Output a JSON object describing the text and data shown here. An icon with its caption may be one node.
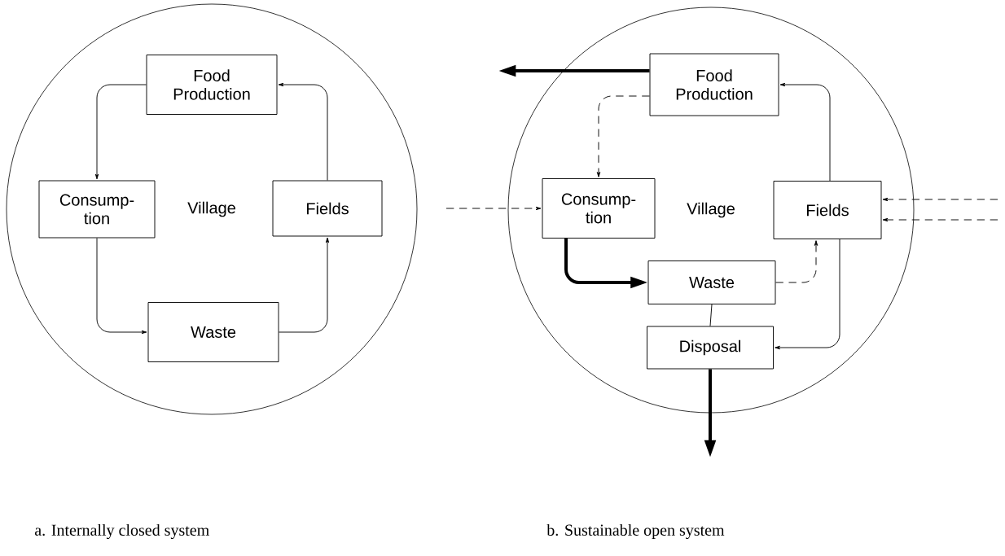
{
  "diagram": {
    "nodes": [
      {
        "text": [
          "Village"
        ]
      },
      {
        "text": [
          "Food Production"
        ],
        "in": 0
      },
      {
        "text": [
          "Consump- tion"
        ],
        "in": 0
      },
      {
        "text": [
          "Fields"
        ],
        "in": 0
      },
      {
        "text": [
          "Waste"
        ],
        "in": 0
      },
      {
        "text": [
          "Village"
        ]
      },
      {
        "text": [
          "Food Production"
        ],
        "in": 5
      },
      {
        "text": [
          "Consump- tion"
        ],
        "in": 5
      },
      {
        "text": [
          "Fields"
        ],
        "in": 5
      },
      {
        "text": [
          "Waste"
        ],
        "in": 5
      },
      {
        "text": [
          "Disposal"
        ],
        "in": 5
      }
    ],
    "edges": [
      {
        "from": 1,
        "to": 2,
        "arrow": "to"
      },
      {
        "from": 2,
        "to": 4,
        "arrow": "to"
      },
      {
        "from": 4,
        "to": 3,
        "arrow": "to"
      },
      {
        "from": 3,
        "to": 1,
        "arrow": "to"
      },
      {
        "from": 6,
        "to": null,
        "arrow": "to",
        "style": "thick"
      },
      {
        "from": 6,
        "to": 7,
        "arrow": "to",
        "style": "dashed"
      },
      {
        "from": null,
        "to": 7,
        "arrow": "to",
        "style": "dashed"
      },
      {
        "from": null,
        "to": 8,
        "arrow": "to",
        "style": "dashed"
      },
      {
        "from": null,
        "to": 8,
        "arrow": "to",
        "style": "dashed"
      },
      {
        "from": 7,
        "to": 9,
        "arrow": "to",
        "style": "thick"
      },
      {
        "from": 9,
        "to": 8,
        "arrow": "to",
        "style": "dashed"
      },
      {
        "from": 9,
        "to": 10,
        "arrow": "none"
      },
      {
        "from": 8,
        "to": 10,
        "arrow": "to"
      },
      {
        "from": 8,
        "to": 6,
        "arrow": "to"
      },
      {
        "from": 10,
        "to": null,
        "arrow": "to",
        "style": "thick"
      }
    ],
    "labels": [
      "a. Internally closed system",
      "b. Sustainable open system"
    ]
  }
}
